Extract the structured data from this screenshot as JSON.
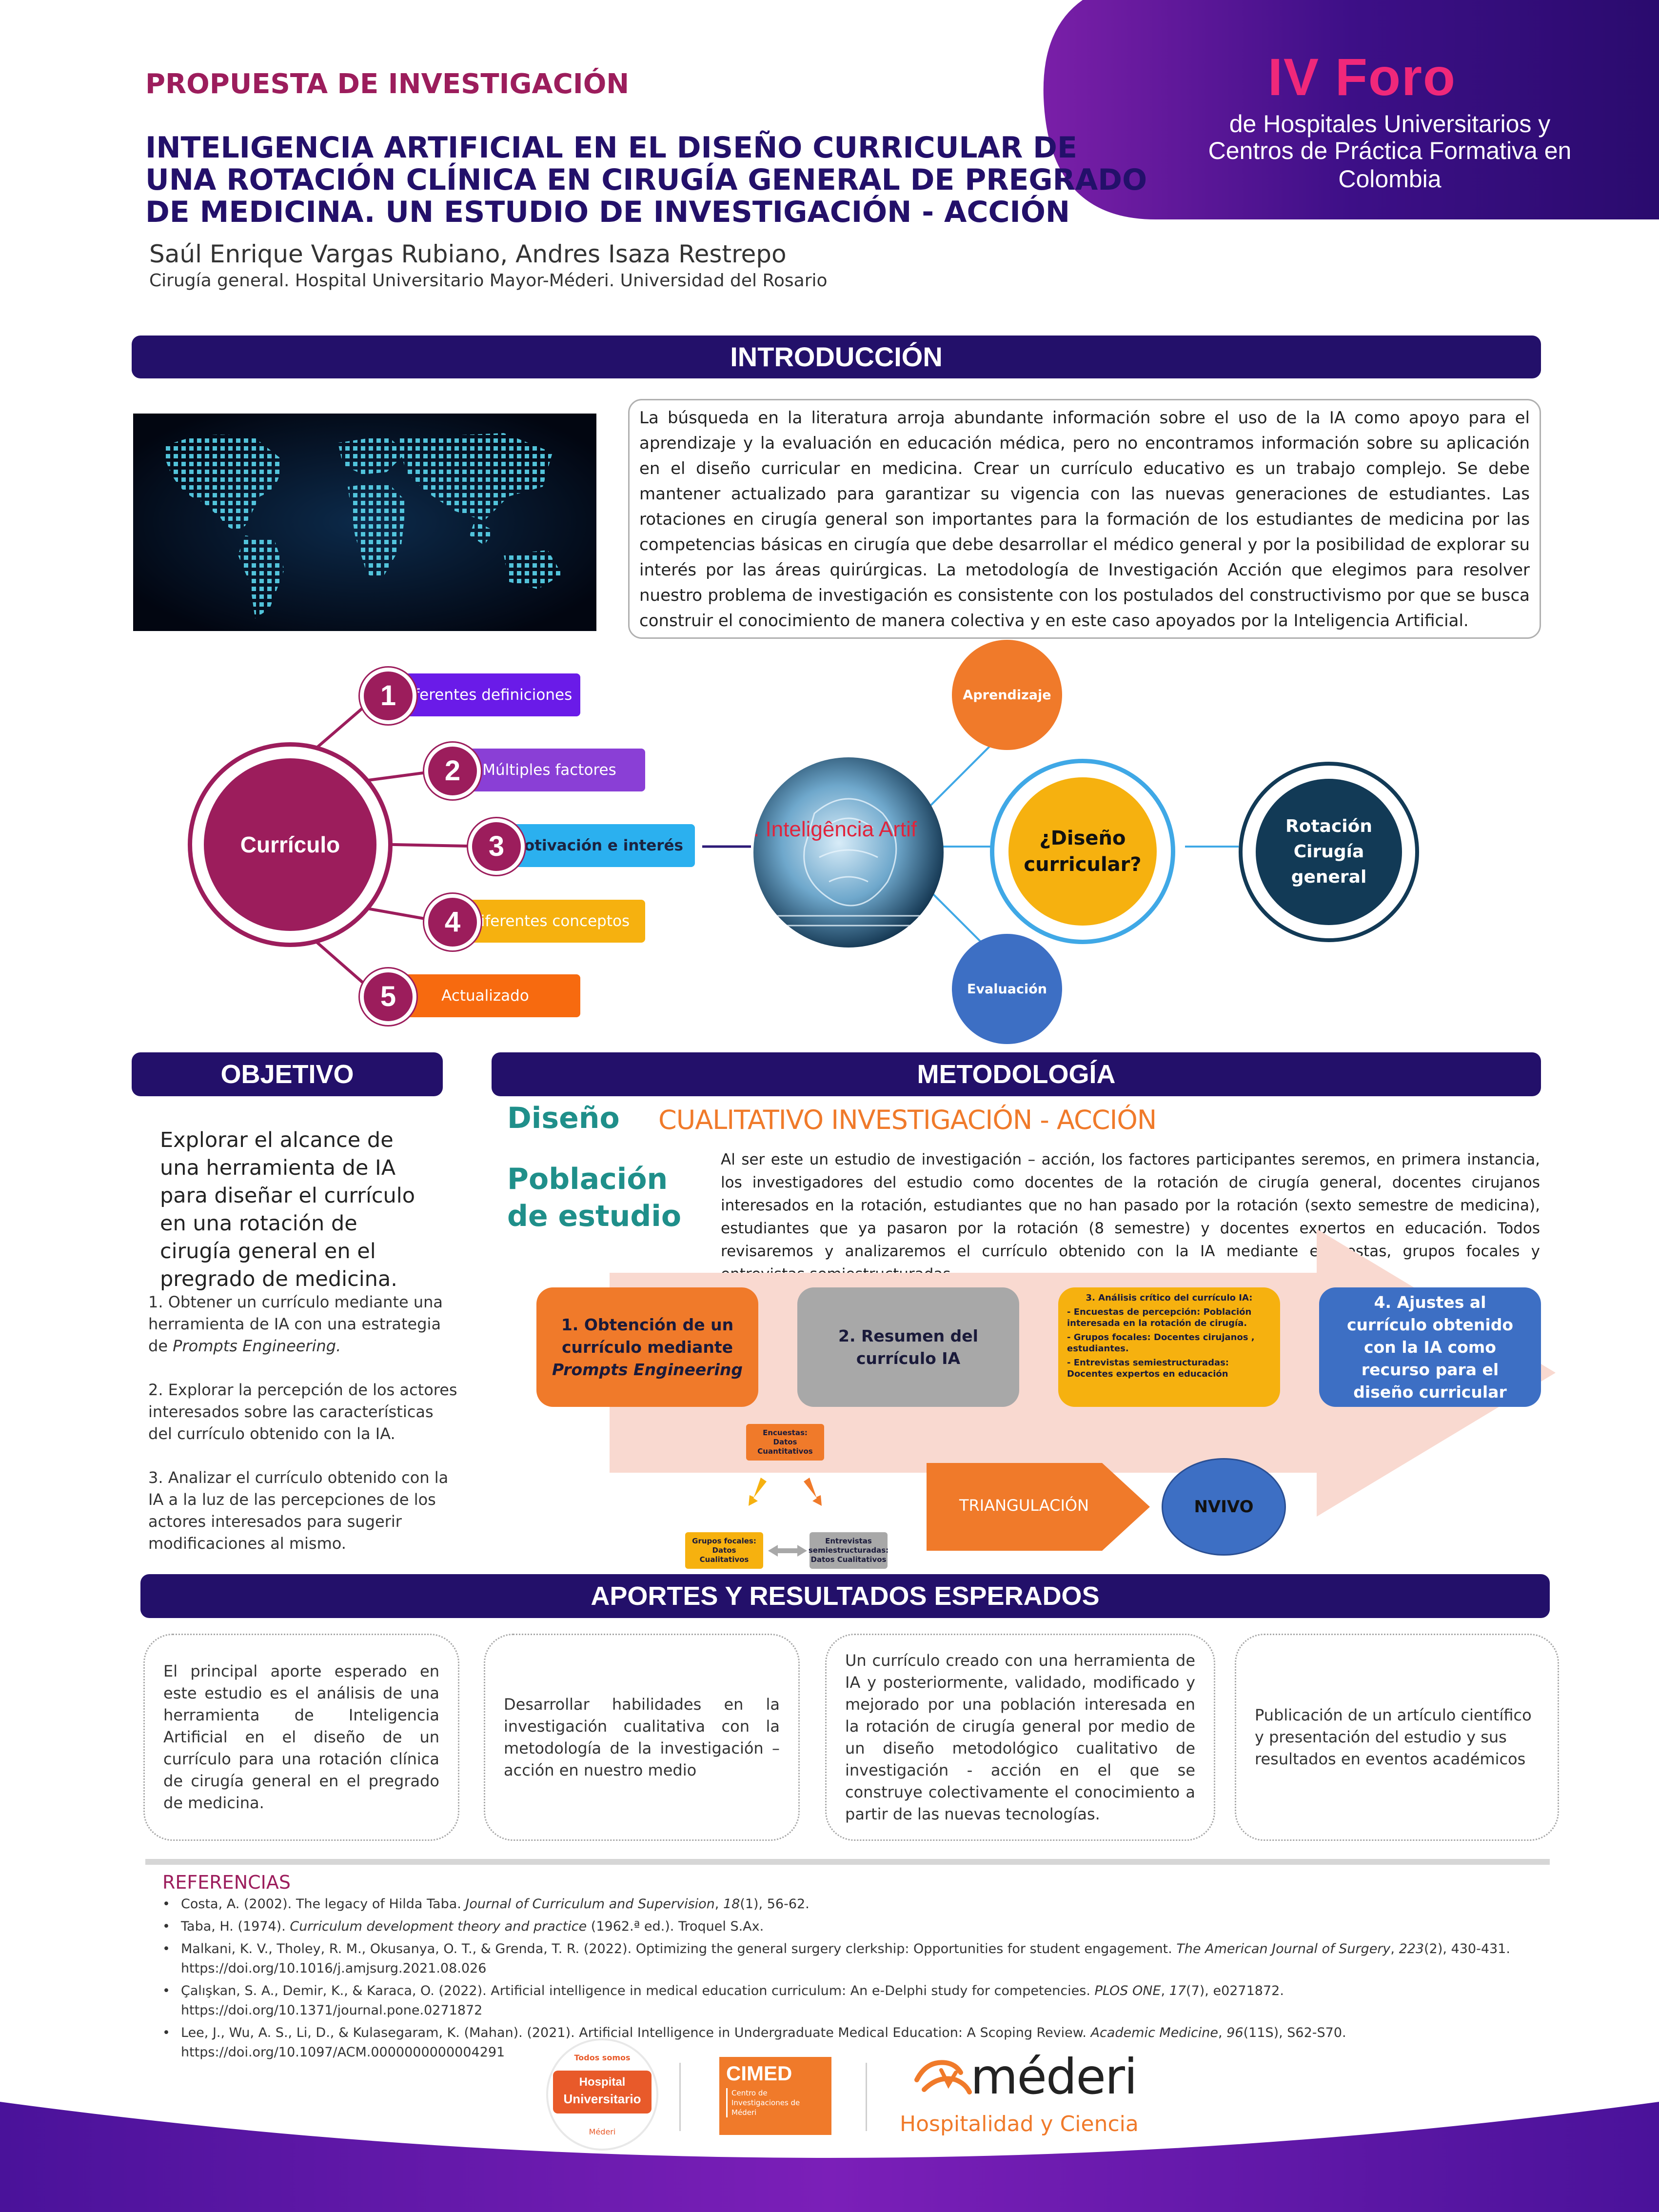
{
  "header": {
    "kicker": "PROPUESTA DE INVESTIGACIÓN",
    "title_lines": [
      "INTELIGENCIA ARTIFICIAL EN EL DISEÑO CURRICULAR DE",
      "UNA ROTACIÓN CLÍNICA EN CIRUGÍA GENERAL DE PREGRADO",
      "DE MEDICINA.  UN ESTUDIO DE INVESTIGACIÓN - ACCIÓN"
    ],
    "authors": "Saúl Enrique Vargas Rubiano, Andres Isaza Restrepo",
    "affiliation": "Cirugía general. Hospital Universitario Mayor-Méderi.  Universidad del Rosario"
  },
  "event": {
    "logo": "IV Foro",
    "subtitle_1": "de Hospitales Universitarios y",
    "subtitle_2": "Centros de Práctica Formativa en Colombia"
  },
  "introduccion": {
    "heading": "INTRODUCCIÓN",
    "text": "La búsqueda en la literatura arroja abundante información sobre el uso de la IA como apoyo para el aprendizaje y la evaluación en educación médica,  pero no encontramos información sobre su aplicación en el  diseño curricular en medicina. Crear un currículo educativo es un trabajo complejo. Se debe mantener actualizado para garantizar su vigencia con las nuevas generaciones de estudiantes. Las rotaciones en cirugía general son importantes para la formación de los estudiantes de medicina por las competencias básicas en cirugía que debe desarrollar el médico general y por la posibilidad de explorar su interés por las áreas quirúrgicas. La metodología de Investigación Acción que elegimos para resolver nuestro problema de investigación es consistente con los postulados del constructivismo por que se busca construir el conocimiento  de manera colectiva y en este caso apoyados por la Inteligencia Artificial."
  },
  "curriculo_diagram": {
    "center": "Currículo",
    "items": [
      {
        "num": "1",
        "label": "Diferentes definiciones",
        "color": "#6a1be8"
      },
      {
        "num": "2",
        "label": "Múltiples factores",
        "color": "#8a3fd6"
      },
      {
        "num": "3",
        "label": "Motivación e interés",
        "color": "#2bb0ef"
      },
      {
        "num": "4",
        "label": "Diferentes conceptos",
        "color": "#f6b10f"
      },
      {
        "num": "5",
        "label": "Actualizado",
        "color": "#f76a0f"
      }
    ]
  },
  "ai_diagram": {
    "image_caption": ". Inteligência Artif",
    "top": "Aprendizaje",
    "bottom": "Evaluación",
    "center": "¿Diseño curricular?",
    "right": "Rotación Cirugía general"
  },
  "objetivo": {
    "heading": "OBJETIVO",
    "main": "Explorar el alcance de una herramienta de IA para diseñar el currículo en una rotación de cirugía general en el pregrado de medicina.",
    "specifics": [
      {
        "text": "1. Obtener un currículo mediante una herramienta de IA con una estrategia de ",
        "italic": "Prompts Engineering."
      },
      {
        "text": "2. Explorar la percepción de los actores interesados sobre las características del currículo obtenido con la IA.",
        "italic": ""
      },
      {
        "text": "3. Analizar el currículo obtenido con la IA a la luz de las percepciones de los actores interesados para sugerir modificaciones al mismo.",
        "italic": ""
      }
    ]
  },
  "metodologia": {
    "heading": "METODOLOGÍA",
    "diseno_label": "Diseño",
    "diseno_value": "CUALITATIVO INVESTIGACIÓN - ACCIÓN",
    "poblacion_label": "Población de estudio",
    "poblacion_text": "Al ser este un estudio de investigación – acción, los factores participantes seremos, en primera instancia,  los investigadores  del estudio como docentes de la rotación de cirugía general, docentes cirujanos interesados en la rotación, estudiantes que no han pasado por la rotación (sexto semestre de medicina),  estudiantes que ya pasaron por la rotación (8 semestre) y docentes expertos en educación. Todos revisaremos y analizaremos el currículo obtenido con la IA mediante encuestas, grupos focales y entrevistas semiestructuradas",
    "step1": "1. Obtención de un currículo mediante",
    "step1_italic": "Prompts Engineering",
    "step2": "2. Resumen del currículo IA",
    "step3_title": "3. Análisis crítico del currículo IA:",
    "step3_items": [
      "- Encuestas de percepción: Población interesada en la rotación de cirugía.",
      "- Grupos focales: Docentes cirujanos , estudiantes.",
      "- Entrevistas semiestructuradas: Docentes expertos en educación"
    ],
    "step4": "4. Ajustes al currículo obtenido con la IA como recurso para el diseño curricular",
    "tri_top": "Encuestas: Datos Cuantitativos",
    "tri_left": "Grupos focales: Datos Cualitativos",
    "tri_right": "Entrevistas semiestructuradas: Datos Cualitativos",
    "triangulacion": "TRIANGULACIÓN",
    "nvivo": "NVIVO"
  },
  "aportes": {
    "heading": "APORTES Y RESULTADOS ESPERADOS",
    "cards": [
      "El principal aporte esperado en este estudio es el análisis de una herramienta de Inteligencia Artificial en el diseño de un  currículo para una rotación clínica de cirugía general en el pregrado de medicina.",
      "Desarrollar habilidades en la investigación cualitativa con la metodología de la investigación – acción en nuestro medio",
      "Un currículo creado con una herramienta de IA y posteriormente, validado, modificado y mejorado por una población interesada en la rotación de cirugía general por medio de un diseño metodológico cualitativo de investigación - acción en el que se construye  colectivamente el conocimiento a partir de las nuevas tecnologías.",
      "Publicación de un artículo científico y presentación del estudio y sus resultados en eventos académicos"
    ]
  },
  "referencias": {
    "heading": "REFERENCIAS",
    "items": [
      {
        "a": "Costa, A. (2002). The legacy of Hilda Taba. ",
        "i": "Journal of Curriculum and Supervision",
        "b": ", ",
        "i2": "18",
        "c": "(1), 56-62."
      },
      {
        "a": "Taba, H. (1974). ",
        "i": "Curriculum development theory and practice",
        "b": " (1962.ª ed.). Troquel S.Ax.",
        "i2": "",
        "c": ""
      },
      {
        "a": "Malkani, K. V., Tholey, R. M., Okusanya, O. T., & Grenda, T. R. (2022). Optimizing the general surgery clerkship: Opportunities for student engagement. ",
        "i": "The American Journal of Surgery",
        "b": ", ",
        "i2": "223",
        "c": "(2), 430-431. https://doi.org/10.1016/j.amjsurg.2021.08.026"
      },
      {
        "a": "Çalışkan, S. A., Demir, K., & Karaca, O. (2022). Artificial intelligence in medical education curriculum: An e-Delphi study for competencies. ",
        "i": "PLOS ONE",
        "b": ", ",
        "i2": "17",
        "c": "(7), e0271872. https://doi.org/10.1371/journal.pone.0271872"
      },
      {
        "a": "Lee, J., Wu, A. S., Li, D., & Kulasegaram, K. (Mahan). (2021). Artificial Intelligence in Undergraduate Medical Education: A Scoping Review. ",
        "i": "Academic Medicine",
        "b": ", ",
        "i2": "96",
        "c": "(11S), S62-S70. https://doi.org/10.1097/ACM.0000000000004291"
      }
    ]
  },
  "footer": {
    "logo1_top": "Todos somos",
    "logo1_mid1": "Hospital",
    "logo1_mid2": "Universitario",
    "logo1_bottom": "Méderi",
    "logo2_title": "CIMED",
    "logo2_sub": "Centro de Investigaciones de Méderi",
    "logo3_name": "méderi",
    "logo3_tag": "Hospitalidad y Ciencia"
  },
  "colors": {
    "navy": "#23106a",
    "magenta": "#9c1d5c",
    "teal": "#1f8f8a",
    "orange": "#f07a2a"
  }
}
